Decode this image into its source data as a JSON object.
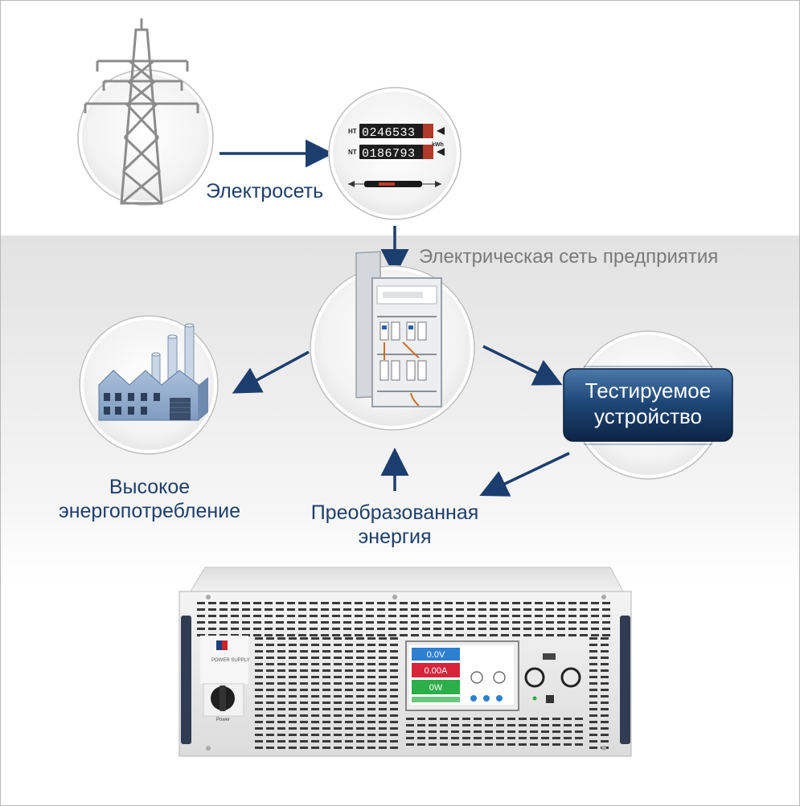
{
  "nodes": {
    "grid_label": "Электросеть",
    "plant_network_label": "Электрическая сеть предприятия",
    "high_consumption_label_line1": "Высокое",
    "high_consumption_label_line2": "энергопотребление",
    "converted_energy_label_line1": "Преобразованная",
    "converted_energy_label_line2": "энергия",
    "dut_label_line1": "Тестируемое",
    "dut_label_line2": "устройство"
  },
  "meter": {
    "row1_tag": "HT",
    "row1_digits": "0246533",
    "row2_tag": "NT",
    "row2_digits": "0186793",
    "unit": "kWh"
  },
  "device": {
    "voltage": "0.0V",
    "current": "0.00A",
    "power": "0W",
    "brand_text": "POWER SUPPLY",
    "power_switch_label": "Power"
  },
  "colors": {
    "label_blue": "#1e3f6b",
    "arrow_blue": "#1c3e6e",
    "dut_box_top": "#3d6c9e",
    "dut_box_bottom": "#0f2a4d",
    "band_gray": "#e4e4e4"
  }
}
